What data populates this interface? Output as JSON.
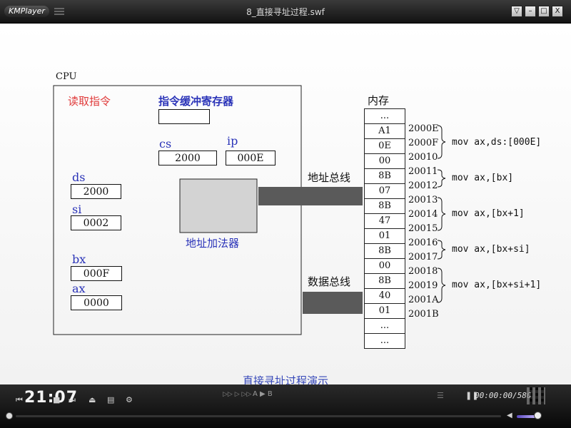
{
  "window": {
    "player_name": "KMPlayer",
    "title": "8_直接寻址过程.swf",
    "buttons": [
      "▽",
      "–",
      "□",
      "X"
    ]
  },
  "diagram": {
    "cpu_label": "CPU",
    "read_instruction": "读取指令",
    "instruction_buffer": "指令缓冲寄存器",
    "registers": [
      {
        "name": "cs",
        "value": "2000"
      },
      {
        "name": "ip",
        "value": "000E"
      },
      {
        "name": "ds",
        "value": "2000"
      },
      {
        "name": "si",
        "value": "0002"
      },
      {
        "name": "bx",
        "value": "000F"
      },
      {
        "name": "ax",
        "value": "0000"
      }
    ],
    "address_adder": "地址加法器",
    "address_bus": "地址总线",
    "data_bus": "数据总线",
    "memory_label": "内存",
    "memory_cells": [
      "...",
      "A1",
      "0E",
      "00",
      "8B",
      "07",
      "8B",
      "47",
      "01",
      "8B",
      "00",
      "8B",
      "40",
      "01",
      "...",
      "..."
    ],
    "addresses": [
      "2000E",
      "2000F",
      "20010",
      "20011",
      "20012",
      "20013",
      "20014",
      "20015",
      "20016",
      "20017",
      "20018",
      "20019",
      "2001A",
      "2001B"
    ],
    "instructions": [
      "mov ax,ds:[000E]",
      "mov ax,[bx]",
      "mov ax,[bx+1]",
      "mov ax,[bx+si]",
      "mov ax,[bx+si+1]"
    ],
    "caption": "直接寻址过程演示"
  },
  "controls": {
    "clock": "21:07",
    "ab_label": "A ▶ B",
    "timer": "00:00:00/580"
  }
}
